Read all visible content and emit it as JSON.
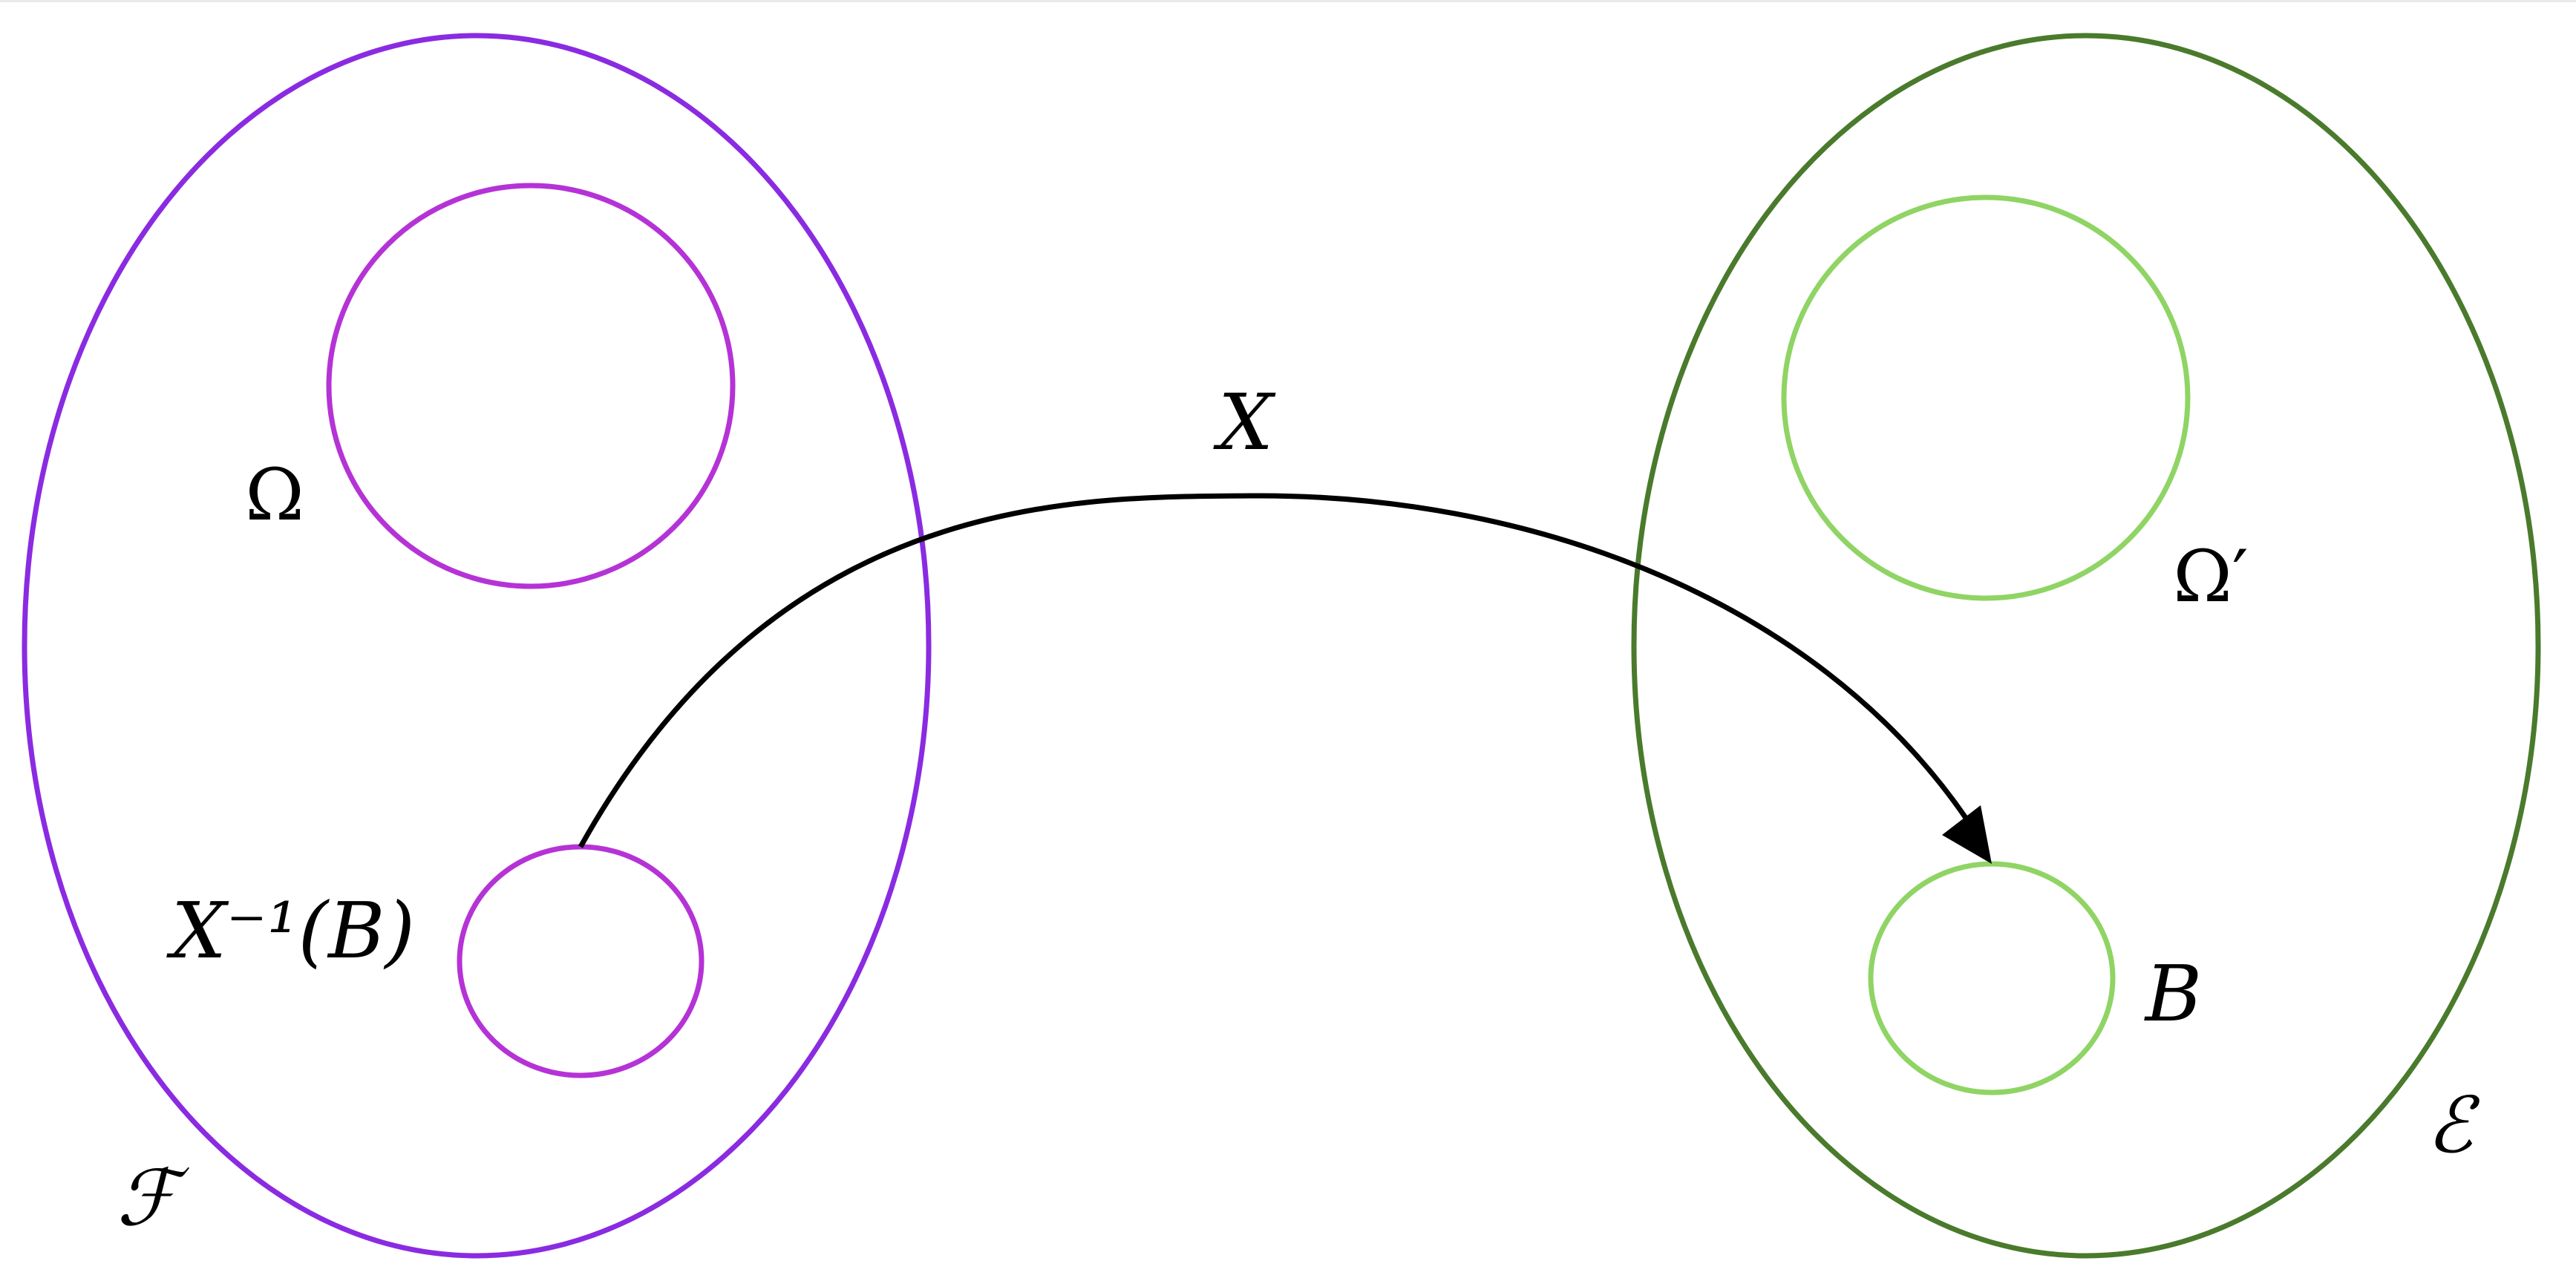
{
  "labels": {
    "omega": "Ω",
    "omega_prime": "Ω′",
    "preimage": "X⁻¹(B)",
    "set_b": "B",
    "sigma_f": "ℱ",
    "sigma_e": "ℰ",
    "map_x": "X"
  },
  "colors": {
    "left_outer": "#8a2be2",
    "left_inner": "#b533d6",
    "right_outer": "#4a7a2c",
    "right_inner": "#8fd464",
    "arrow": "#000000"
  }
}
